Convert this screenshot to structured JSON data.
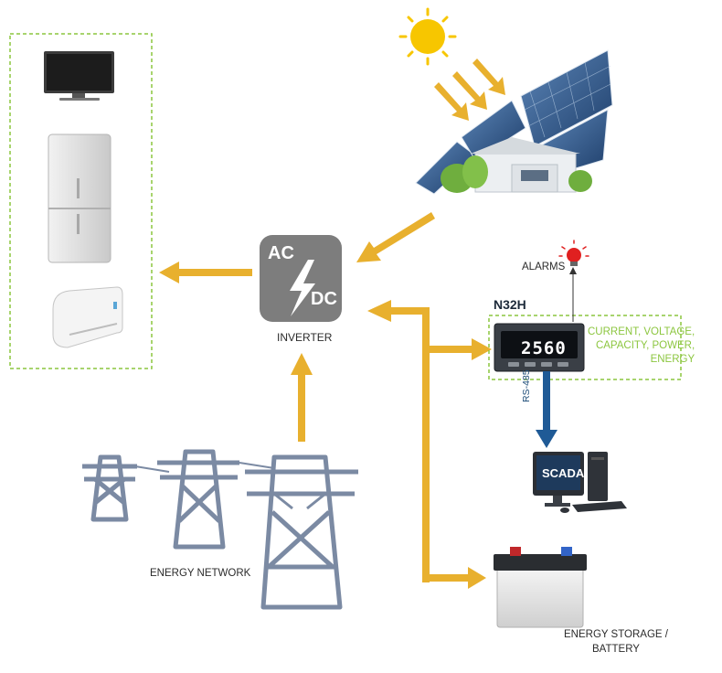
{
  "labels": {
    "inverter_ac": "AC",
    "inverter_dc": "DC",
    "inverter": "INVERTER",
    "alarms": "ALARMS",
    "meter_model": "N32H",
    "meter_display": "2560",
    "measurements": [
      "CURRENT, VOLTAGE,",
      "CAPACITY, POWER,",
      "ENERGY"
    ],
    "rs485": "RS-485",
    "scada": "SCADA",
    "energy_network": "ENERGY NETWORK",
    "energy_storage": [
      "ENERGY STORAGE /",
      "BATTERY"
    ]
  },
  "colors": {
    "flow_arrow": "#e8b02e",
    "dashed_border": "#8cc63f",
    "rs485_link": "#1f5a96",
    "pylon": "#7b8aa3",
    "inverter_box": "#7d7d7d",
    "alarm_light": "#e02020",
    "sun": "#f7c600"
  }
}
